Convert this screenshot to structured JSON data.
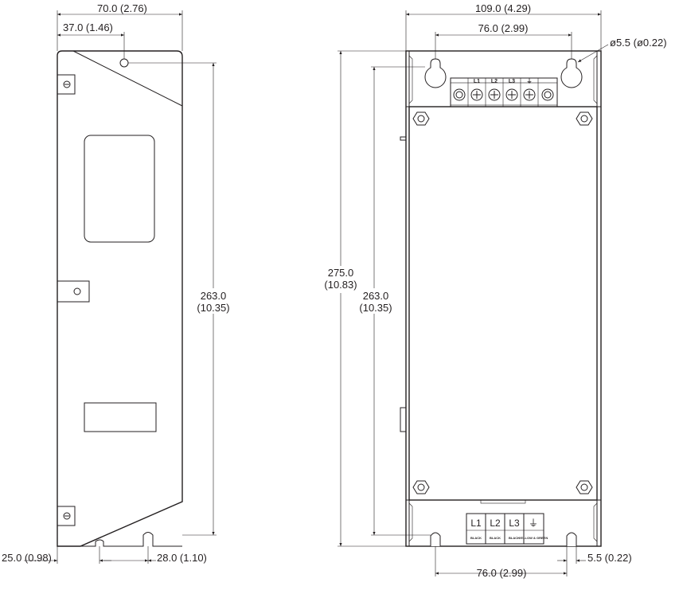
{
  "side_view": {
    "width_label": "70.0 (2.76)",
    "hole_offset_label": "37.0 (1.46)",
    "height_label_mm": "263.0",
    "height_label_in": "(10.35)",
    "base_left_label": "25.0 (0.98)",
    "base_slot_label": "28.0 (1.10)"
  },
  "front_view": {
    "width_label": "109.0 (4.29)",
    "top_hole_spacing_label": "76.0 (2.99)",
    "hole_dia_label": "ø5.5 (ø0.22)",
    "overall_height_mm": "275.0",
    "overall_height_in": "(10.83)",
    "hole_height_mm": "263.0",
    "hole_height_in": "(10.35)",
    "bottom_hole_spacing_label": "76.0 (2.99)",
    "slot_width_label": "5.5 (0.22)",
    "top_terminals": [
      "L1",
      "L2",
      "L3",
      "⏚"
    ],
    "bottom_terminals": [
      {
        "name": "L1",
        "wire": "BLACK"
      },
      {
        "name": "L2",
        "wire": "BLACK"
      },
      {
        "name": "L3",
        "wire": "BLACK"
      },
      {
        "name": "⏚",
        "wire": "YELLOW & GREEN"
      }
    ]
  }
}
